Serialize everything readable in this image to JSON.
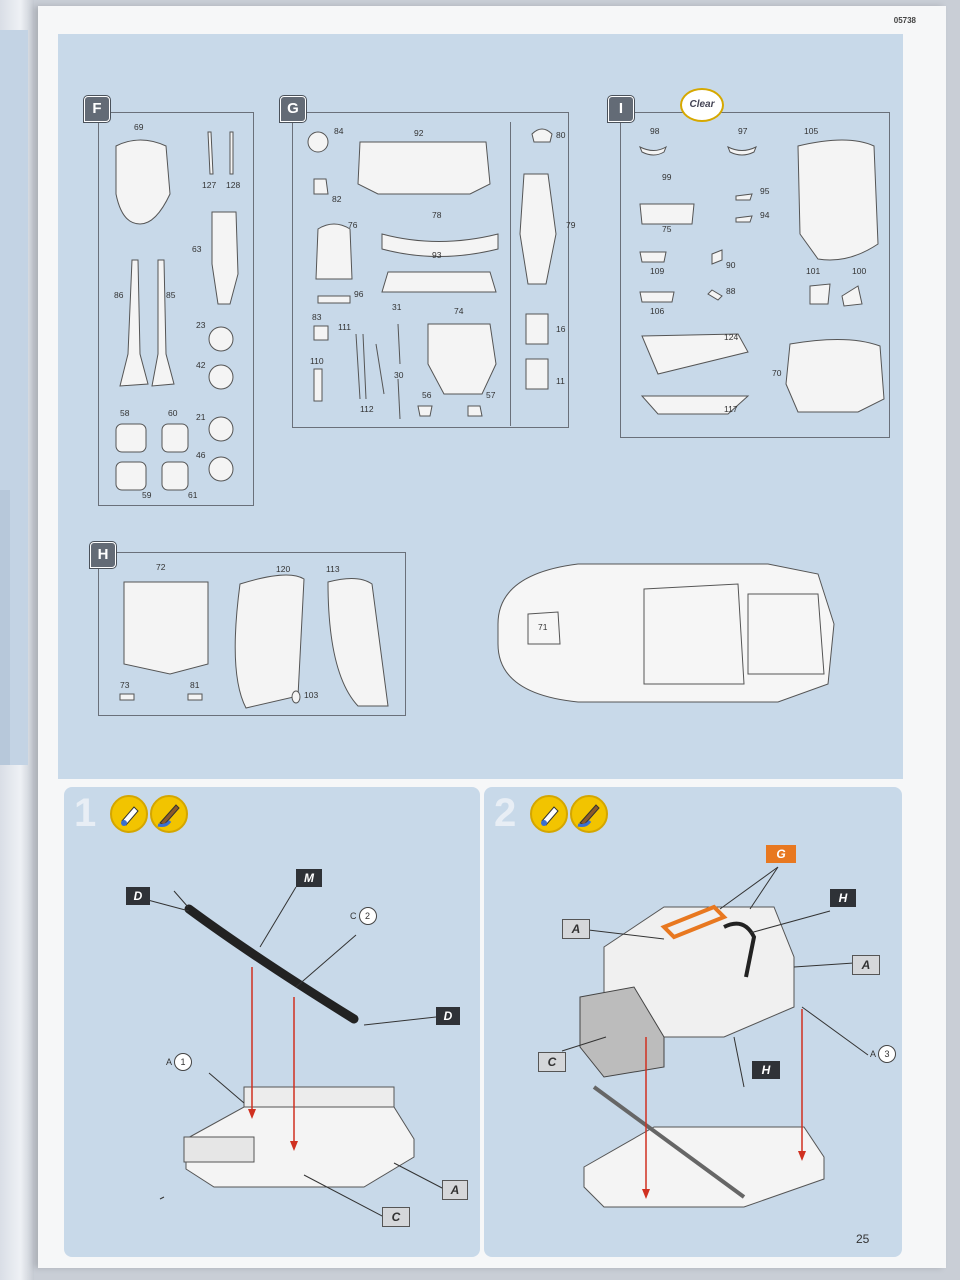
{
  "document": {
    "code": "05738",
    "page_number": "25"
  },
  "sprues": {
    "F": {
      "letter": "F",
      "parts": [
        "69",
        "127",
        "128",
        "63",
        "86",
        "85",
        "23",
        "42",
        "58",
        "60",
        "21",
        "46",
        "59",
        "61"
      ]
    },
    "G": {
      "letter": "G",
      "parts": [
        "84",
        "92",
        "82",
        "76",
        "78",
        "93",
        "96",
        "83",
        "111",
        "31",
        "74",
        "110",
        "30",
        "112",
        "56",
        "57",
        "80",
        "79",
        "16",
        "11"
      ]
    },
    "I": {
      "letter": "I",
      "badge": "Clear",
      "parts": [
        "98",
        "97",
        "105",
        "99",
        "95",
        "75",
        "94",
        "109",
        "90",
        "101",
        "100",
        "106",
        "88",
        "124",
        "70",
        "117"
      ]
    },
    "H": {
      "letter": "H",
      "parts": [
        "72",
        "120",
        "113",
        "73",
        "81",
        "103"
      ]
    },
    "body": {
      "part": "71"
    }
  },
  "steps": [
    {
      "number": "1",
      "tools": [
        "paint-icon",
        "brush-icon"
      ],
      "flags": [
        "D",
        "M",
        "D",
        "A",
        "C"
      ],
      "callouts": [
        {
          "prefix": "C",
          "num": "2"
        },
        {
          "prefix": "A",
          "num": "1"
        }
      ]
    },
    {
      "number": "2",
      "tools": [
        "paint-icon",
        "brush-icon"
      ],
      "flags": [
        "G",
        "H",
        "A",
        "A",
        "C",
        "H"
      ],
      "callouts": [
        {
          "prefix": "A",
          "num": "3"
        }
      ]
    }
  ],
  "colors": {
    "panel": "#c8d9e9",
    "flag_dark": "#2f3237",
    "flag_orange": "#e87820",
    "arrow": "#d03020"
  }
}
